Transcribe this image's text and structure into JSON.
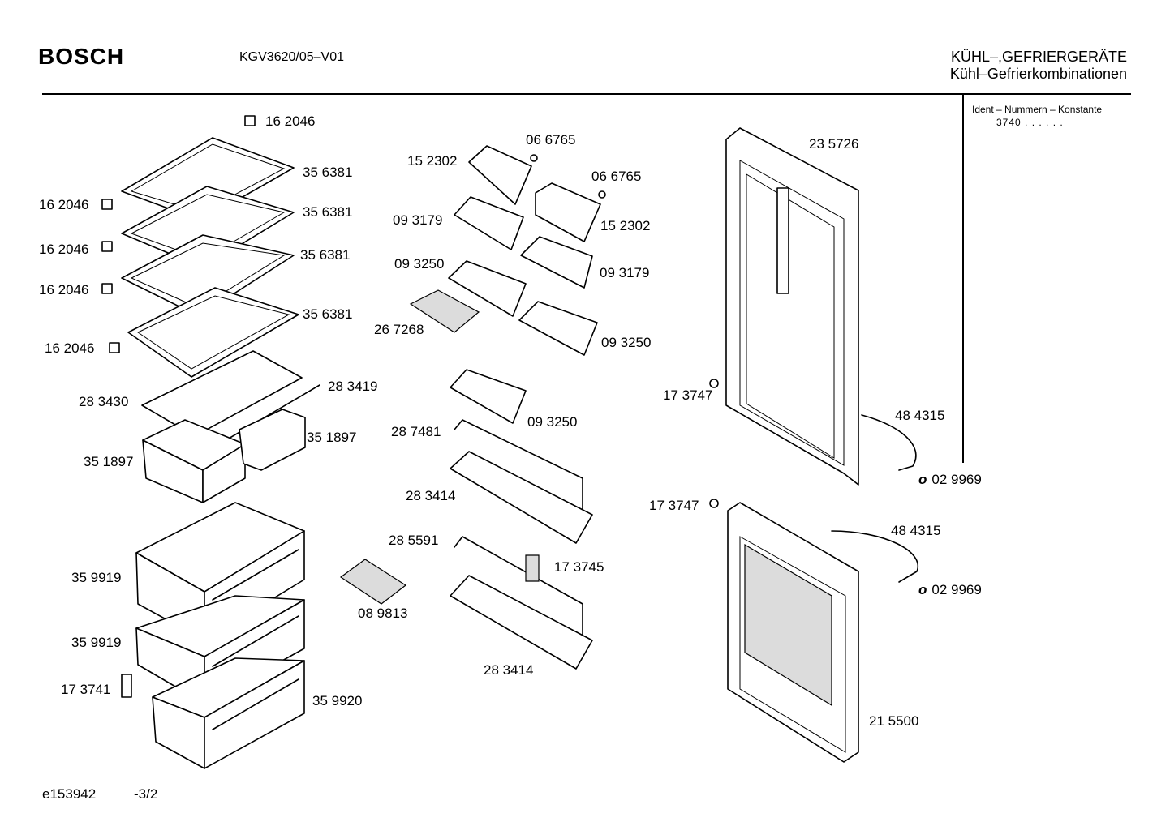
{
  "header": {
    "brand": "BOSCH",
    "model": "KGV3620/05–V01",
    "category_line1": "KÜHL–,GEFRIERGERÄTE",
    "category_line2": "Kühl–Gefrierkombinationen"
  },
  "ident": {
    "label": "Ident – Nummern – Konstante",
    "value": "3740  .  .  .  .  .  ."
  },
  "parts": [
    "16 2046",
    "35 6381",
    "16 2046",
    "35 6381",
    "16 2046",
    "35 6381",
    "16 2046",
    "35 6381",
    "16 2046",
    "28 3419",
    "28 3430",
    "35 1897",
    "35 1897",
    "35 9919",
    "35 9919",
    "17 3741",
    "35 9920",
    "06 6765",
    "15 2302",
    "06 6765",
    "09 3179",
    "15 2302",
    "09 3250",
    "09 3179",
    "26 7268",
    "09 3250",
    "09 3250",
    "28 7481",
    "28 3414",
    "28 5591",
    "17 3745",
    "08 9813",
    "28 3414",
    "23 5726",
    "17 3747",
    "48 4315",
    "02 9969",
    "17 3747",
    "48 4315",
    "02 9969",
    "21 5500"
  ],
  "footer": {
    "code": "e153942",
    "page": "-3/2"
  },
  "colors": {
    "ink": "#000000",
    "paper": "#ffffff"
  }
}
